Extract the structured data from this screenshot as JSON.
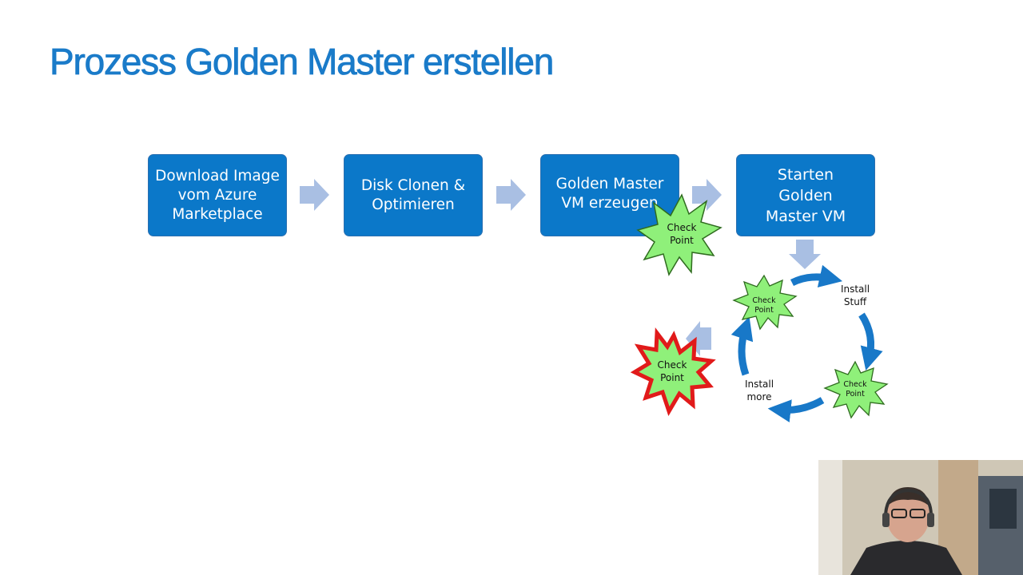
{
  "title": "Prozess Golden Master erstellen",
  "steps": [
    {
      "label": "Download Image\nvom Azure\nMarketplace"
    },
    {
      "label": "Disk Clonen &\nOptimieren"
    },
    {
      "label": "Golden Master\nVM erzeugen"
    },
    {
      "label": "Starten\nGolden\nMaster VM"
    }
  ],
  "checkpoint": {
    "line1": "Check",
    "line2": "Point"
  },
  "cycle": {
    "install_stuff": {
      "line1": "Install",
      "line2": "Stuff"
    },
    "install_more": {
      "line1": "Install",
      "line2": "more"
    }
  },
  "colors": {
    "title": "#1a7bc9",
    "box": "#0b78c9",
    "arrow": "#a9bfe3",
    "cycle_arrow": "#1878c8",
    "star_green": "#8ff07a",
    "star_outline": "#2f6b1f",
    "star_red": "#e11a1a"
  }
}
